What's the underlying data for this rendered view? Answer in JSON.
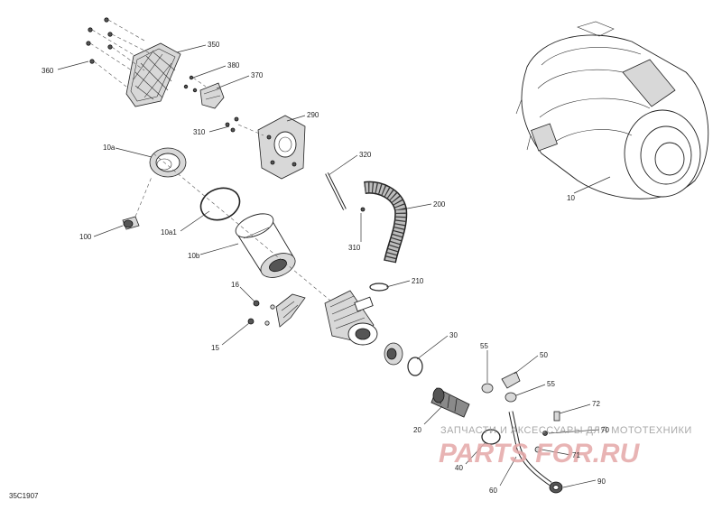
{
  "drawing_code": "35C1907",
  "callouts": {
    "c350": "350",
    "c360": "360",
    "c380": "380",
    "c370": "370",
    "c290": "290",
    "c310a": "310",
    "c310b": "310",
    "c320": "320",
    "c200": "200",
    "c10a": "10a",
    "c100": "100",
    "c10a1": "10a1",
    "c10b": "10b",
    "c210": "210",
    "c16": "16",
    "c15": "15",
    "c30": "30",
    "c55a": "55",
    "c50": "50",
    "c55b": "55",
    "c72": "72",
    "c70": "70",
    "c71": "71",
    "c20": "20",
    "c40": "40",
    "c60": "60",
    "c90": "90",
    "c10": "10"
  },
  "watermark": {
    "tagline": "ЗАПЧАСТИ И АКСЕССУАРЫ ДЛЯ МОТОТЕХНИКИ",
    "brand": "PARTS FOR.RU"
  },
  "colors": {
    "line": "#222222",
    "background": "#ffffff",
    "watermark": "#e5a8a8"
  }
}
